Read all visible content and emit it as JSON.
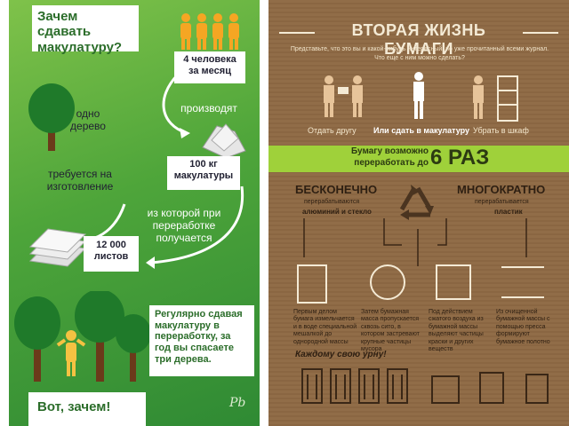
{
  "left": {
    "title": "Зачем сдавать макулатуру?",
    "people": "4 человека за месяц",
    "produce": "производят",
    "paper_amount": "100 кг макулатуры",
    "recycle": "из которой при переработке получается",
    "sheets": "12 000 листов",
    "required": "требуется на изготовление",
    "one_tree": "одно дерево",
    "regular": "Регулярно сдавая макулатуру в переработку, за год вы спасаете три дерева.",
    "bottom": "Вот, зачем!",
    "signature": "Pb",
    "colors": {
      "green_text": "#2b6d2a",
      "person": "#f5a623"
    }
  },
  "right": {
    "title": "ВТОРАЯ ЖИЗНЬ БУМАГИ",
    "intro": "Представьте, что это вы и какой-нибудь интересный, но уже прочитанный всеми журнал.",
    "question": "Что еще с ним можно сделать?",
    "options": [
      "Отдать другу",
      "Или сдать в макулатуру",
      "Убрать в шкаф"
    ],
    "banner_line1": "Бумагу возможно",
    "banner_line2": "переработать до",
    "banner_big": "6 РАЗ",
    "infinite": "БЕСКОНЕЧНО",
    "infinite_sub": "перерабатываются",
    "infinite_items": "алюминий и стекло",
    "multiple": "МНОГОКРАТНО",
    "multiple_sub": "перерабатывается",
    "multiple_items": "пластик",
    "steps": [
      "Первым делом бумага измельчается и в воде специальной мешалкой до однородной массы",
      "Затем бумажная масса пропускается сквозь сито, в котором застревают крупные частицы мусора",
      "Под действием сжатого воздуха из бумажной массы выделяют частицы краски и других веществ",
      "Из очищенной бумажной массы с помощью пресса формируют бумажное полотно"
    ],
    "slogan": "Каждому свою урну!",
    "colors": {
      "banner": "#9fd13a",
      "banner_text": "#2c3a12",
      "title": "#f4ead5"
    }
  }
}
